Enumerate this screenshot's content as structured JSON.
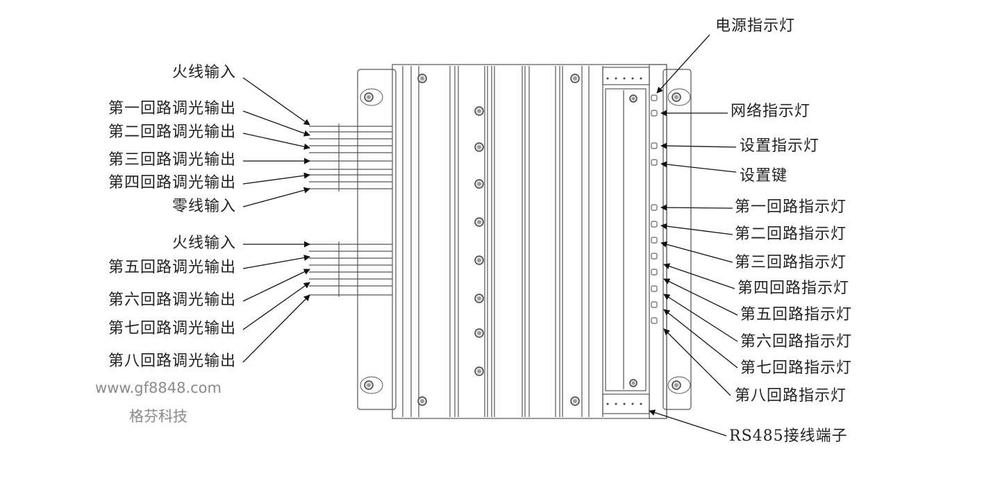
{
  "left_labels": {
    "group1": [
      "火线输入",
      "第一回路调光输出",
      "第二回路调光输出",
      "第三回路调光输出",
      "第四回路调光输出",
      "零线输入"
    ],
    "group2": [
      "火线输入",
      "第五回路调光输出",
      "第六回路调光输出",
      "第七回路调光输出",
      "第八回路调光输出"
    ]
  },
  "right_labels": {
    "power_led": "电源指示灯",
    "network_led": "网络指示灯",
    "setup_led": "设置指示灯",
    "setup_key": "设置键",
    "channel_leds": [
      "第一回路指示灯",
      "第二回路指示灯",
      "第三回路指示灯",
      "第四回路指示灯",
      "第五回路指示灯",
      "第六回路指示灯",
      "第七回路指示灯",
      "第八回路指示灯"
    ],
    "rs485": "RS485接线端子"
  },
  "watermark": {
    "url": "www.gf8848.com",
    "company": "格芬科技"
  },
  "colors": {
    "line": "#555555",
    "text": "#222222",
    "watermark": "#8a8a8a"
  }
}
